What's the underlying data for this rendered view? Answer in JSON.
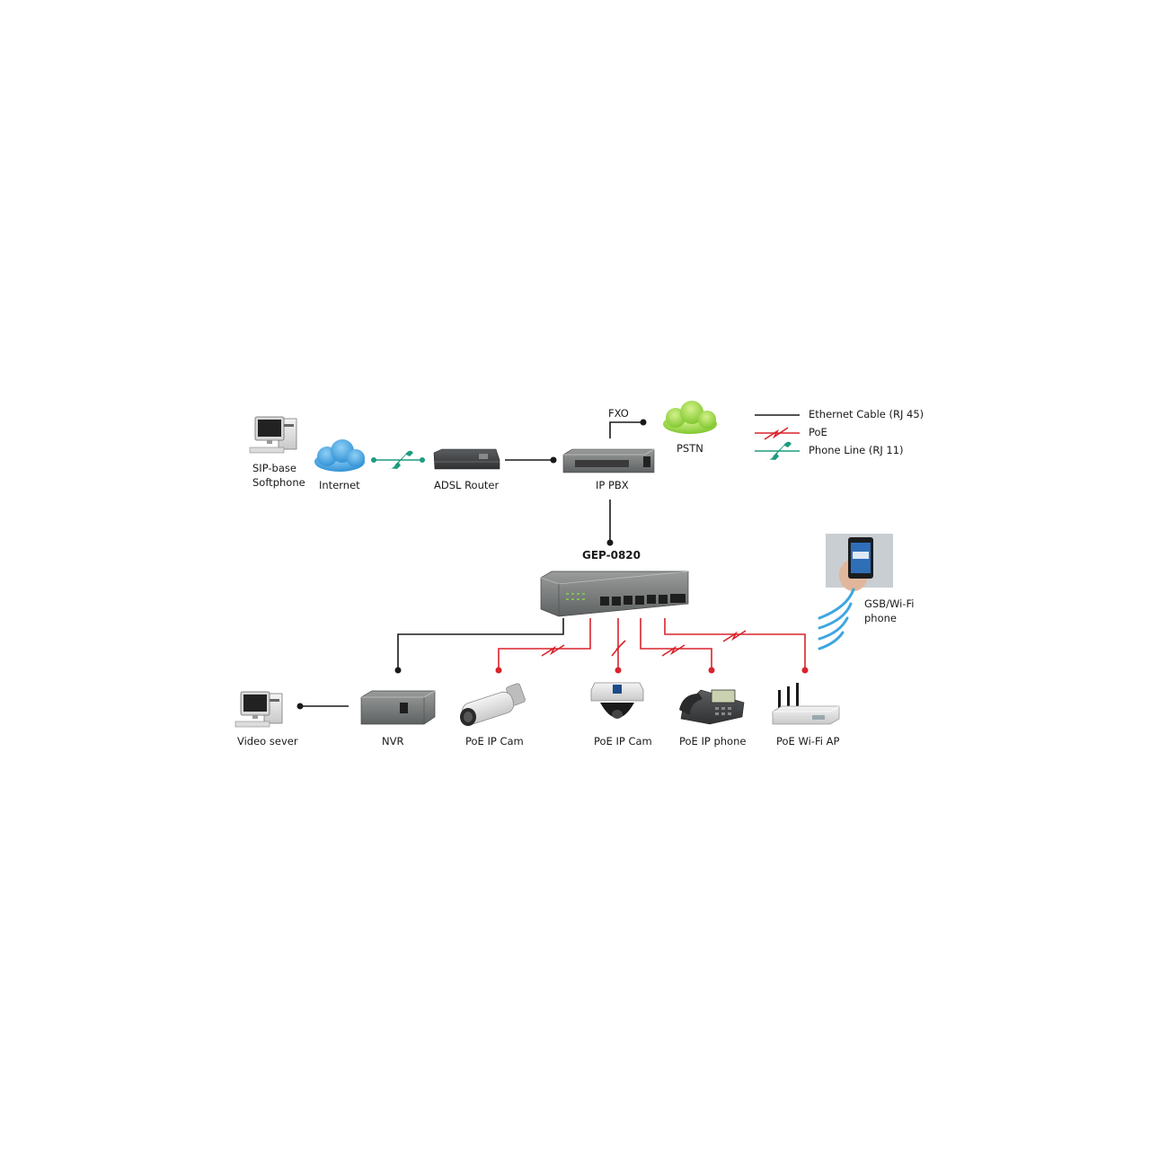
{
  "devices": {
    "softphone": {
      "line1": "SIP-base",
      "line2": "Softphone"
    },
    "internet": {
      "label": "Internet"
    },
    "adsl_router": {
      "label": "ADSL Router"
    },
    "ip_pbx": {
      "label": "IP PBX"
    },
    "fxo": {
      "label": "FXO"
    },
    "pstn": {
      "label": "PSTN"
    },
    "switch": {
      "label": "GEP-0820"
    },
    "mobile_phone": {
      "line1": "GSB/Wi-Fi",
      "line2": "phone"
    },
    "video_server": {
      "label": "Video sever"
    },
    "nvr": {
      "label": "NVR"
    },
    "cam_bullet": {
      "label": "PoE IP Cam"
    },
    "cam_dome": {
      "label": "PoE IP Cam"
    },
    "ip_phone": {
      "label": "PoE IP phone"
    },
    "wifi_ap": {
      "label": "PoE Wi-Fi AP"
    }
  },
  "legend": {
    "ethernet": "Ethernet Cable (RJ 45)",
    "poe": "PoE",
    "phone_line": "Phone Line (RJ 11)"
  },
  "colors": {
    "ethernet": "#1a1a1a",
    "poe": "#d9232d",
    "phone_line": "#1e9b7e",
    "cloud_internet": "#3fa3e0",
    "cloud_pstn": "#8fd03a",
    "wifi_waves": "#3ea6e0"
  },
  "icons": {
    "softphone": "desktop-computer-icon",
    "internet": "blue-cloud-icon",
    "pstn": "green-cloud-icon",
    "phone_line": "phone-handset-icon",
    "poe": "lightning-bolt-icon"
  }
}
